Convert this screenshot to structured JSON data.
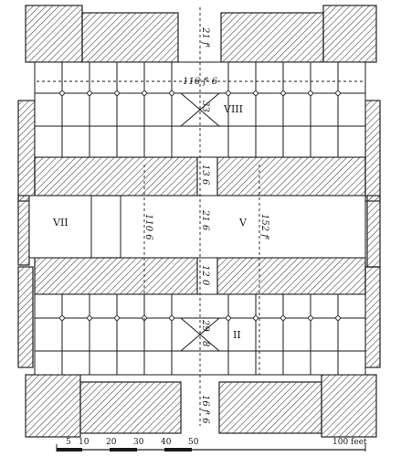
{
  "figure": {
    "rooms": [
      "VII",
      "V",
      "VIII",
      "II"
    ],
    "dimensions": {
      "top_gap": "21 fᵗ",
      "width_upper": "116 fᵗ 6",
      "upper_room_dim": "33",
      "mid_gap": "13 6",
      "mid_room_left": "110 6",
      "mid_room_center": "21 6",
      "mid_room_right": "152 fᵗ",
      "lower_gap": "12 0",
      "lower_room_dim_a": "29",
      "lower_room_dim_b": "8",
      "bottom_gap": "16 fᵗ 6"
    },
    "scale": {
      "labels": [
        "5",
        "10",
        "20",
        "30",
        "40",
        "50",
        "100 feet"
      ],
      "unit": "feet"
    }
  },
  "colors": {
    "ink": "#1a1a1a",
    "hatch": "#555555",
    "paper": "#ffffff"
  }
}
